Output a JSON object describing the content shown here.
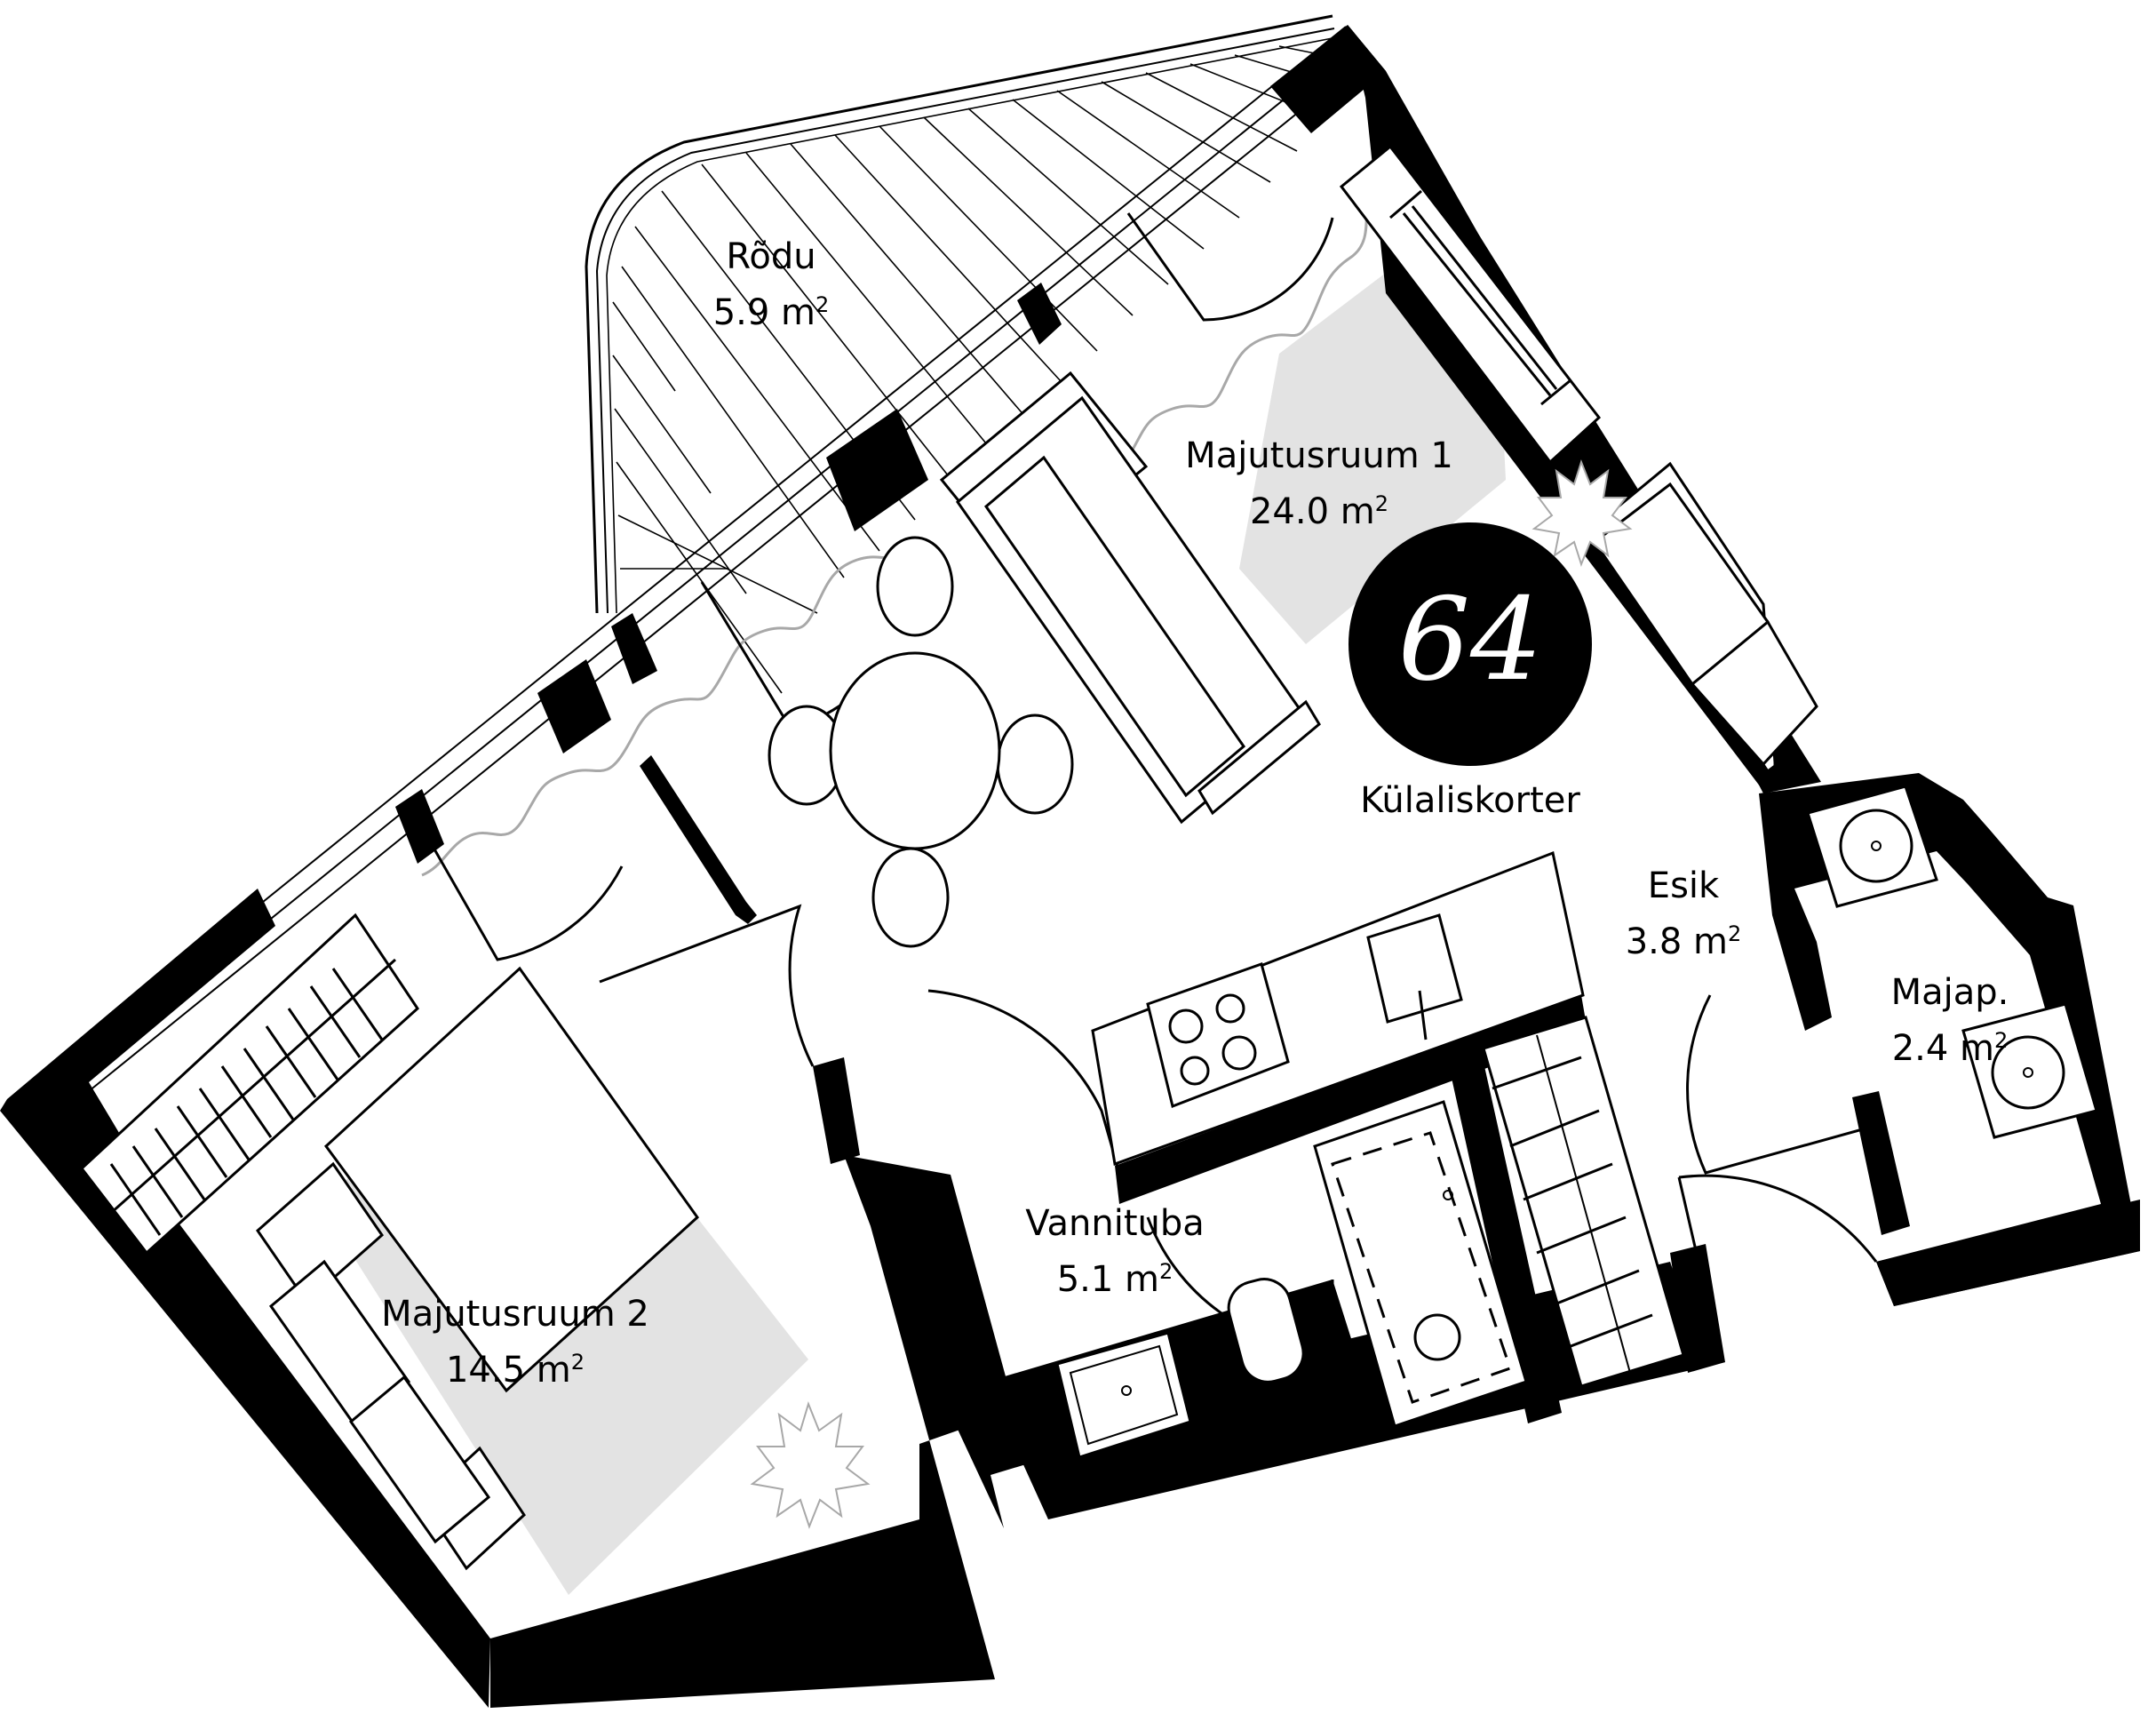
{
  "plan": {
    "unit_number": "64",
    "unit_type": "Külaliskorter",
    "area_unit": "m",
    "area_exponent": "2",
    "colors": {
      "wall": "#000000",
      "background": "#ffffff",
      "rug": "#e3e3e3",
      "curtain": "#a8a8a8"
    }
  },
  "rooms": [
    {
      "id": "rodu",
      "name": "Rõdu",
      "area": "5.9 m",
      "sup": "2"
    },
    {
      "id": "majutusruum1",
      "name": "Majutusruum 1",
      "area": "24.0 m",
      "sup": "2"
    },
    {
      "id": "esik",
      "name": "Esik",
      "area": "3.8 m",
      "sup": "2"
    },
    {
      "id": "majap",
      "name": "Majap.",
      "area": "2.4 m",
      "sup": "2"
    },
    {
      "id": "vannituba",
      "name": "Vannituba",
      "area": "5.1 m",
      "sup": "2"
    },
    {
      "id": "majutusruum2",
      "name": "Majutusruum 2",
      "area": "14.5 m",
      "sup": "2"
    }
  ],
  "icons": {
    "furniture": [
      "sofa-icon",
      "dining-table-icon",
      "chair-icon",
      "bed-icon",
      "wardrobe-icon",
      "stove-icon",
      "sink-icon",
      "bathtub-icon",
      "toilet-icon",
      "washing-machine-icon",
      "plant-icon",
      "curtain-icon",
      "door-swing-icon",
      "clothes-rail-icon"
    ]
  }
}
